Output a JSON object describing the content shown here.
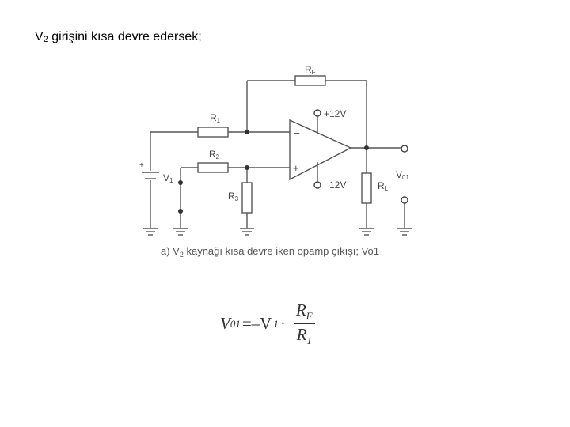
{
  "heading": {
    "v": "V",
    "sub": "2",
    "text": " girişini kısa devre edersek;"
  },
  "circuit": {
    "labels": {
      "rf": "R",
      "rf_sub": "F",
      "r1": "R",
      "r1_sub": "1",
      "r2": "R",
      "r2_sub": "2",
      "r3": "R",
      "r3_sub": "3",
      "rl": "R",
      "rl_sub": "L",
      "v1": "V",
      "v1_sub": "1",
      "vo": "V",
      "vo_sub": "01",
      "plus12": "+12V",
      "minus12": "12V",
      "minus_sign": "–",
      "plus_sign": "+",
      "batt_plus": "+"
    }
  },
  "caption": {
    "prefix": "a) V",
    "sub": "2",
    "text": " kaynağı kısa devre iken opamp çıkışı; Vo1"
  },
  "formula": {
    "lhs": "V",
    "lhs_sub": "01",
    "eq": "=–V",
    "v_sub": "1",
    "dot": " · ",
    "num": "R",
    "num_sub": "F",
    "den": "R",
    "den_sub": "1"
  }
}
